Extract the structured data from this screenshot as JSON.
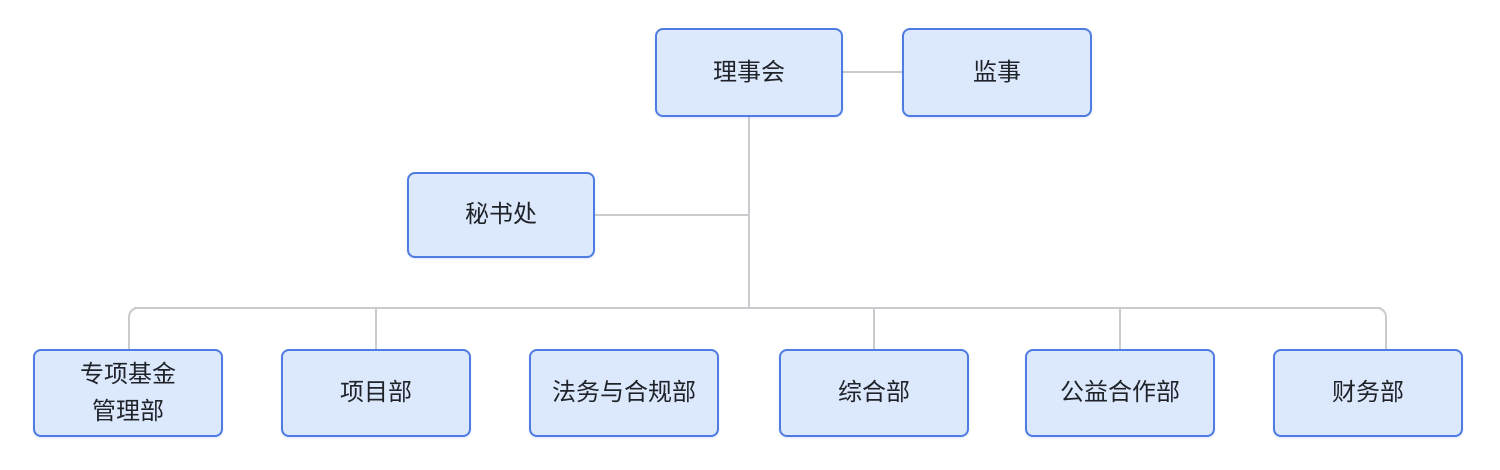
{
  "diagram": {
    "type": "org-chart",
    "nodes": {
      "board": {
        "label": "理事会"
      },
      "supervisor": {
        "label": "监事"
      },
      "secretariat": {
        "label": "秘书处"
      },
      "departments": [
        {
          "label": "专项基金\n管理部"
        },
        {
          "label": "项目部"
        },
        {
          "label": "法务与合规部"
        },
        {
          "label": "综合部"
        },
        {
          "label": "公益合作部"
        },
        {
          "label": "财务部"
        }
      ]
    },
    "colors": {
      "node_fill": "#dce8fc",
      "node_border": "#4e7ce1",
      "connector": "#c9cbce",
      "text": "#1f2329",
      "background": "#ffffff"
    }
  }
}
